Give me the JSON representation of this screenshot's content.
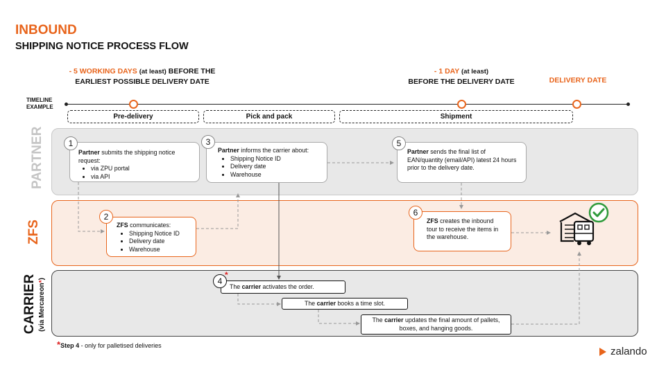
{
  "header": {
    "title": "INBOUND",
    "subtitle": "SHIPPING NOTICE PROCESS FLOW"
  },
  "timeline": {
    "label": "TIMELINE EXAMPLE",
    "m1_highlight": "- 5 WORKING DAYS",
    "m1_mid": "(at least)",
    "m1_tail": "BEFORE THE",
    "m1_line2": "EARLIEST POSSIBLE DELIVERY DATE",
    "m2_highlight": "- 1 DAY",
    "m2_mid": "(at least)",
    "m2_line2": "BEFORE THE DELIVERY DATE",
    "m3": "DELIVERY DATE"
  },
  "phases": [
    "Pre-delivery",
    "Pick and pack",
    "Shipment"
  ],
  "lanes": {
    "partner": "PARTNER",
    "zfs": "ZFS",
    "carrier": "CARRIER",
    "carrier_sub": "(via Mercareon",
    "carrier_star": "*",
    "carrier_close": ")"
  },
  "steps": {
    "s1": {
      "num": "1",
      "bold": "Partner",
      "text": "submits the shipping notice request:",
      "items": [
        "via ZPU portal",
        "via API"
      ]
    },
    "s2": {
      "num": "2",
      "bold": "ZFS",
      "text": "communicates:",
      "items": [
        "Shipping Notice ID",
        "Delivery date",
        "Warehouse"
      ]
    },
    "s3": {
      "num": "3",
      "bold": "Partner",
      "text": "informs the carrier about:",
      "items": [
        "Shipping Notice ID",
        "Delivery date",
        "Warehouse"
      ]
    },
    "s4": {
      "num": "4",
      "star": "*",
      "pre": "The",
      "bold": "carrier",
      "text": "activates the order."
    },
    "s4b": {
      "pre": "The",
      "bold": "carrier",
      "text": "books a time slot."
    },
    "s4c": {
      "pre": "The",
      "bold": "carrier",
      "text": "updates the final amount of pallets, boxes, and hanging goods."
    },
    "s5": {
      "num": "5",
      "bold": "Partner",
      "text": "sends the final list of EAN/quantity (email/API) latest 24 hours prior to the delivery date."
    },
    "s6": {
      "num": "6",
      "bold": "ZFS",
      "text": "creates the inbound tour to receive the items in the warehouse."
    }
  },
  "footnote": {
    "star": "*",
    "bold": "Step 4",
    "text": "- only for palletised deliveries"
  },
  "logo": {
    "text": "zalando"
  },
  "icons": {
    "warehouse": "warehouse-truck-icon",
    "check": "check-circle-icon",
    "logo": "zalando-logo-icon"
  },
  "colors": {
    "accent": "#e8641b",
    "check": "#2e9a3a",
    "star": "#dd2222"
  }
}
